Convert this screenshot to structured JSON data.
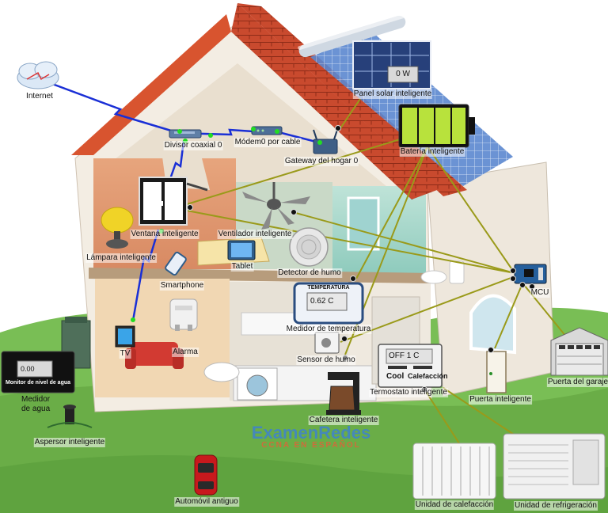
{
  "labels": {
    "internet": "Internet",
    "solar_panel": "Panel solar inteligente",
    "battery": "Batería inteligente",
    "coax_splitter": "Divisor coaxial 0",
    "cable_modem": "Módem0 por cable",
    "home_gateway": "Gateway del hogar 0",
    "smart_window": "Ventana inteligente",
    "smart_fan": "Ventilador inteligente",
    "smart_lamp": "Lámpara inteligente",
    "tablet": "Tablet",
    "smoke_detector": "Detector de humo",
    "smartphone": "Smartphone",
    "mcu": "MCU",
    "temperature_meter": "Medidor de temperatura",
    "tv": "TV",
    "alarm": "Alarma",
    "smoke_sensor": "Sensor de humo",
    "thermostat": "Termostato inteligente",
    "garage_door": "Puerta del garaje",
    "smart_door": "Puerta inteligente",
    "water_meter": "Medidor\nde agua",
    "smart_coffee": "Cafetera inteligente",
    "sprinkler": "Aspersor inteligente",
    "old_car": "Automóvil antiguo",
    "heating_unit": "Unidad de calefacción",
    "cooling_unit": "Unidad de refrigeración"
  },
  "readouts": {
    "solar_value": "0 W",
    "temperature_title": "TEMPERATURA",
    "temperature_value": "0.62 C",
    "thermostat_value": "OFF 1 C",
    "thermostat_cool": "Cool",
    "thermostat_heat": "Calefacción",
    "water_value": "0.00",
    "water_title": "Monitor de nivel de agua"
  },
  "watermark": {
    "line1": "ExamenRedes",
    "line2": "CCNA EN ESPAÑOL"
  },
  "colors": {
    "copper_link": "#9a9a1a",
    "coax_link": "#1a2fd6",
    "port_up": "#22dd22",
    "roof": "#c8482e",
    "sky_house": "#f4eee4",
    "lawn": "#6fb84a"
  }
}
